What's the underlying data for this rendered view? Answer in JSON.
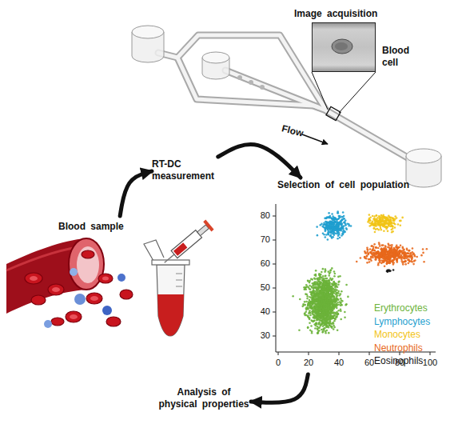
{
  "diagram": {
    "nodes": [
      {
        "text": [
          "Image acquisition"
        ]
      },
      {
        "text": [
          "RT-DC measurement"
        ]
      },
      {
        "text": [
          "Selection of cell population"
        ]
      },
      {
        "text": [
          "Blood sample"
        ]
      },
      {
        "text": [
          "Analysis of physical properties"
        ]
      }
    ],
    "edges": [
      {
        "from": 3,
        "to": 1,
        "arrow": "to"
      },
      {
        "from": 1,
        "to": 2,
        "arrow": "to"
      },
      {
        "from": 2,
        "to": 4,
        "arrow": "to"
      }
    ],
    "labels": [
      "Blood cell",
      "Flow",
      "80",
      "70",
      "60",
      "50",
      "40",
      "30",
      "0",
      "20",
      "40",
      "60",
      "80",
      "100"
    ],
    "legend": [
      {
        "text": "Erythrocytes",
        "color": "#6cb33a"
      },
      {
        "text": "Lymphocytes",
        "color": "#1f9fcf"
      },
      {
        "text": "Monocytes",
        "color": "#f2c416"
      },
      {
        "text": "Neutrophils",
        "color": "#e8681c"
      },
      {
        "text": "Eosinophils",
        "color": "#111111"
      }
    ]
  }
}
